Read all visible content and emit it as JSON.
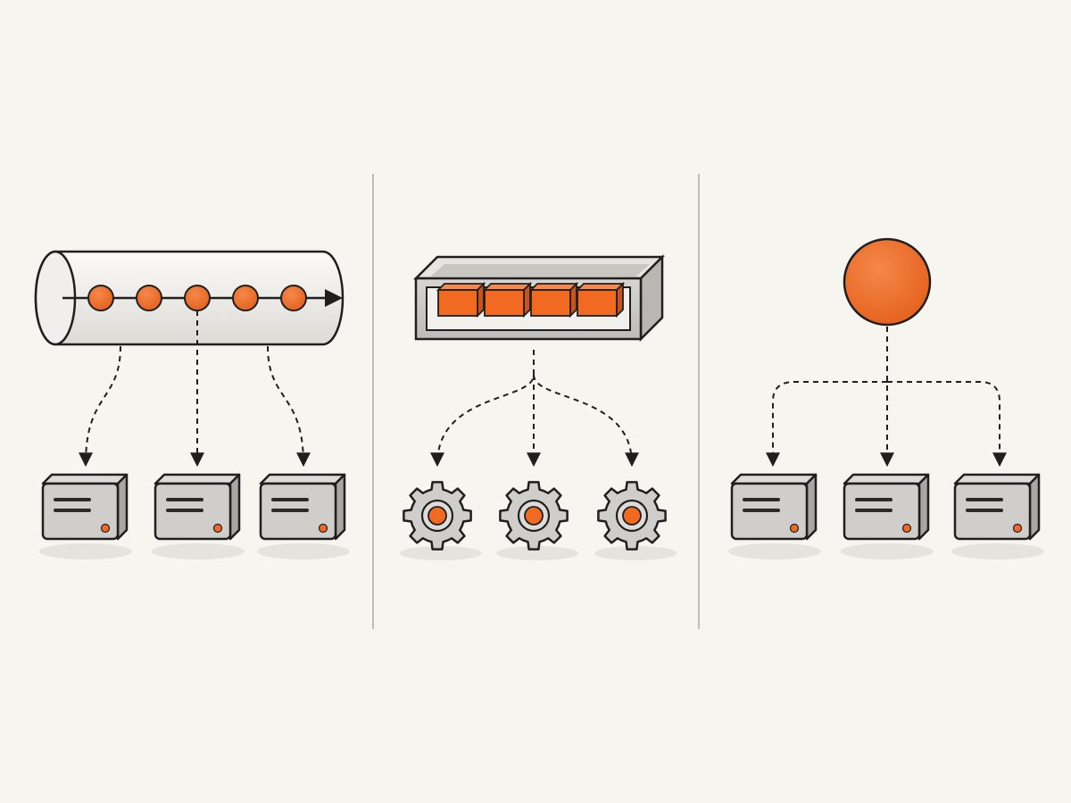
{
  "colors": {
    "background": "#f6f5f0",
    "accent": "#f26a21",
    "accent_dark": "#c9531a",
    "outline": "#1f1f1f",
    "metal": "#cfceca",
    "metal_light": "#dddcd8",
    "metal_dark": "#a8a7a2",
    "divider": "#bdbcb7",
    "shadow": "#e4e3de"
  },
  "panels": [
    {
      "id": "stream",
      "source": "stream-tube-icon",
      "source_items": 5,
      "targets": 3,
      "target_icon": "server-icon",
      "routing": "partitioned"
    },
    {
      "id": "queue",
      "source": "queue-tray-icon",
      "source_items": 4,
      "targets": 3,
      "target_icon": "gear-icon",
      "routing": "competing-consumers"
    },
    {
      "id": "pubsub",
      "source": "publisher-circle-icon",
      "source_items": 1,
      "targets": 3,
      "target_icon": "server-icon",
      "routing": "fan-out"
    }
  ]
}
